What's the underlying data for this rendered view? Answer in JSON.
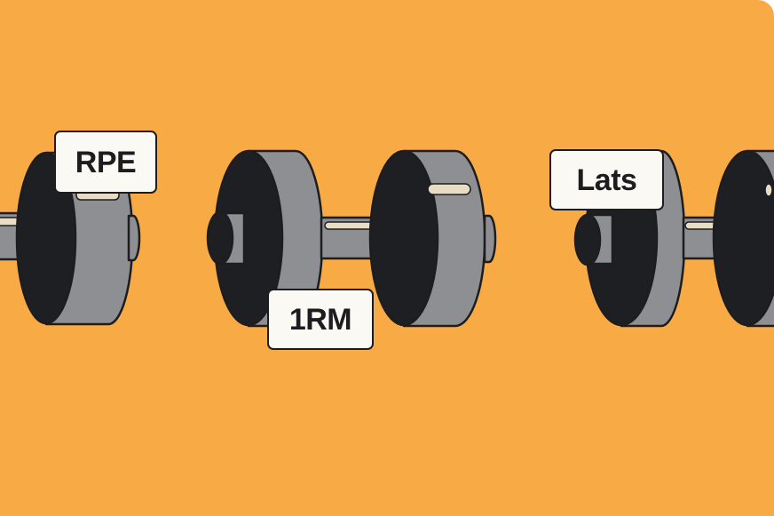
{
  "tags": {
    "left": "RPE",
    "center": "1RM",
    "right": "Lats"
  },
  "colors": {
    "background": "#f8ab45",
    "plate": "#8e8f93",
    "plate_face": "#1e1f23",
    "highlight": "#e9dcc4",
    "outline": "#1d1d1f",
    "tag_fill": "#fbf9f3"
  },
  "icons": [
    "dumbbell-left",
    "dumbbell-center",
    "dumbbell-right"
  ]
}
